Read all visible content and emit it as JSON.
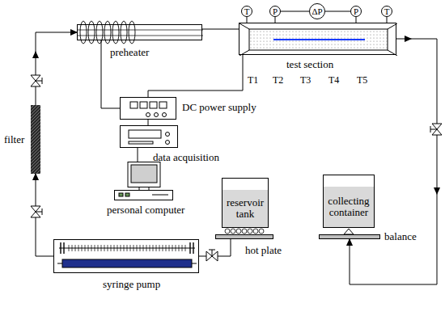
{
  "diagram": {
    "nodes": [
      {
        "text": [
          "T"
        ]
      },
      {
        "text": [
          "P"
        ]
      },
      {
        "text": [
          "ΔP"
        ]
      },
      {
        "text": [
          "P"
        ]
      },
      {
        "text": [
          "T"
        ]
      },
      {
        "text": [
          "preheater"
        ]
      },
      {
        "text": [
          "test section"
        ]
      },
      {
        "text": [
          "DC power supply"
        ]
      },
      {
        "text": [
          "filter"
        ]
      },
      {
        "text": [
          "data acquisition"
        ]
      },
      {
        "text": [
          "reservoir tank"
        ]
      },
      {
        "text": [
          "collecting container"
        ]
      },
      {
        "text": [
          "personal computer"
        ]
      },
      {
        "text": [
          "hot plate"
        ]
      },
      {
        "text": [
          "balance"
        ]
      },
      {
        "text": [
          "syringe pump"
        ]
      }
    ],
    "edges": [
      {
        "from": 8,
        "to": 5,
        "arrow": "to"
      },
      {
        "from": 5,
        "to": 6,
        "arrow": "none"
      },
      {
        "from": 6,
        "to": 14,
        "arrow": "to"
      },
      {
        "from": 0,
        "to": 6,
        "arrow": "none"
      },
      {
        "from": 1,
        "to": 6,
        "arrow": "none"
      },
      {
        "from": 2,
        "to": 1,
        "arrow": "none"
      },
      {
        "from": 2,
        "to": 3,
        "arrow": "none"
      },
      {
        "from": 3,
        "to": 6,
        "arrow": "none"
      },
      {
        "from": 4,
        "to": 6,
        "arrow": "none"
      },
      {
        "from": 7,
        "to": 5,
        "arrow": "none"
      },
      {
        "from": 7,
        "to": 6,
        "arrow": "none"
      },
      {
        "from": 7,
        "to": 9,
        "arrow": "none"
      },
      {
        "from": 9,
        "to": 12,
        "arrow": "none"
      },
      {
        "from": 13,
        "to": 15,
        "arrow": "none"
      },
      {
        "from": 15,
        "to": 8,
        "arrow": "to"
      }
    ],
    "labels": [
      "T1",
      "T2",
      "T3",
      "T4",
      "T5"
    ]
  }
}
